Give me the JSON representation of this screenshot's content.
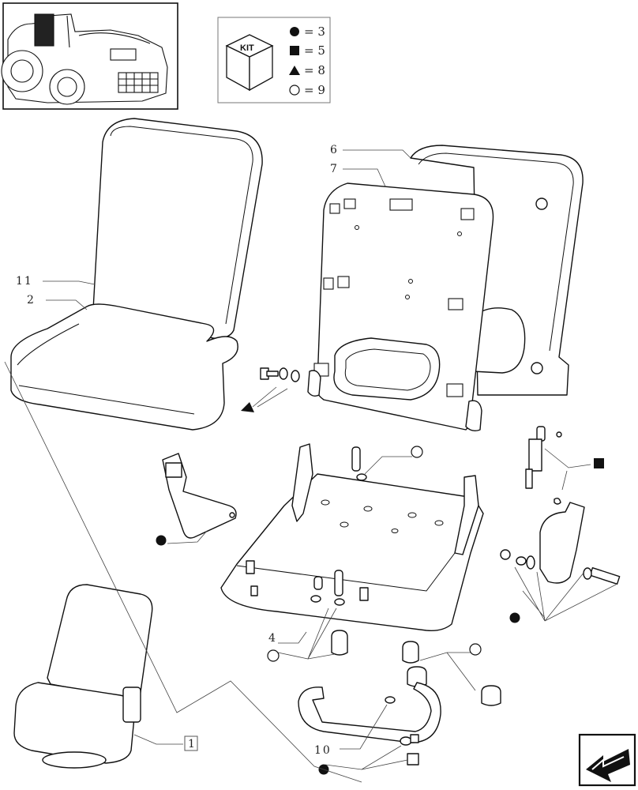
{
  "legend": {
    "kit_label": "KIT",
    "rows": [
      {
        "symbol": "filled-circle",
        "text": "= 3"
      },
      {
        "symbol": "filled-square",
        "text": "= 5"
      },
      {
        "symbol": "filled-triangle",
        "text": "= 8"
      },
      {
        "symbol": "open-circle",
        "text": "= 9"
      }
    ]
  },
  "callouts": {
    "c11": "11",
    "c2": "2",
    "c6": "6",
    "c7": "7",
    "c4": "4",
    "c1": "1",
    "c10": "10"
  },
  "nav": {
    "back_icon": "back-arrow-icon"
  }
}
